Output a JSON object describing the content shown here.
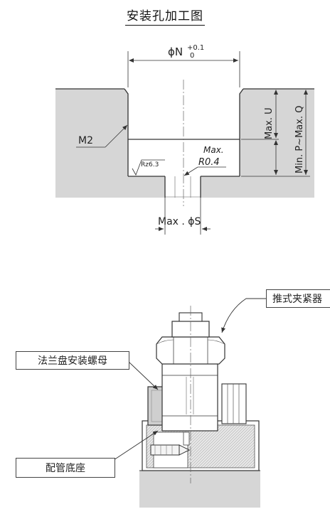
{
  "title": "安装孔加工图",
  "top_diagram": {
    "dim_top_symbol": "ϕN",
    "dim_top_tol_upper": "+0.1",
    "dim_top_tol_lower": "0",
    "dim_bottom": "Max . ϕS",
    "max_u": "Max. U",
    "depth": "Min. P~Max. Q",
    "chamfer": "M2",
    "roughness": "Rz6.3",
    "radius_max": "Max.",
    "radius_value": "R0.4"
  },
  "bottom_diagram": {
    "label_clamp": "推式夹紧器",
    "label_nut": "法兰盘安装螺母",
    "label_base": "配管底座"
  },
  "colors": {
    "gray_fill": "#d6d6d6",
    "line": "#333333"
  }
}
